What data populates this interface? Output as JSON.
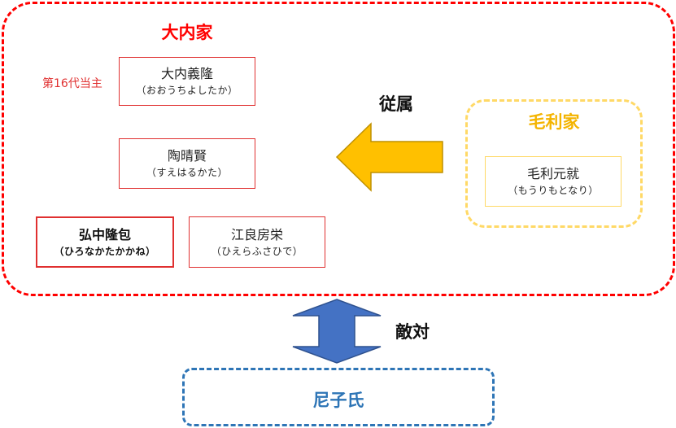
{
  "groups": {
    "ouchi": {
      "title": "大内家",
      "color": "#ff0000"
    },
    "mori": {
      "title": "毛利家",
      "color": "#ffd966"
    },
    "amago": {
      "title": "尼子氏",
      "color": "#2e75b6"
    }
  },
  "head_label": "第16代当主",
  "people": {
    "yoshitaka": {
      "name": "大内義隆",
      "reading": "（おおうちよしたか）"
    },
    "harukata": {
      "name": "陶晴賢",
      "reading": "（すえはるかた）"
    },
    "takakane": {
      "name": "弘中隆包",
      "reading": "（ひろなかたかかね）"
    },
    "fusahide": {
      "name": "江良房栄",
      "reading": "（ひえらふさひで）"
    },
    "motonari": {
      "name": "毛利元就",
      "reading": "（もうりもとなり）"
    }
  },
  "relations": {
    "subordinate": {
      "label": "従属",
      "arrow_color": "#ffc000"
    },
    "hostile": {
      "label": "敵対",
      "arrow_color": "#4472c4"
    }
  }
}
